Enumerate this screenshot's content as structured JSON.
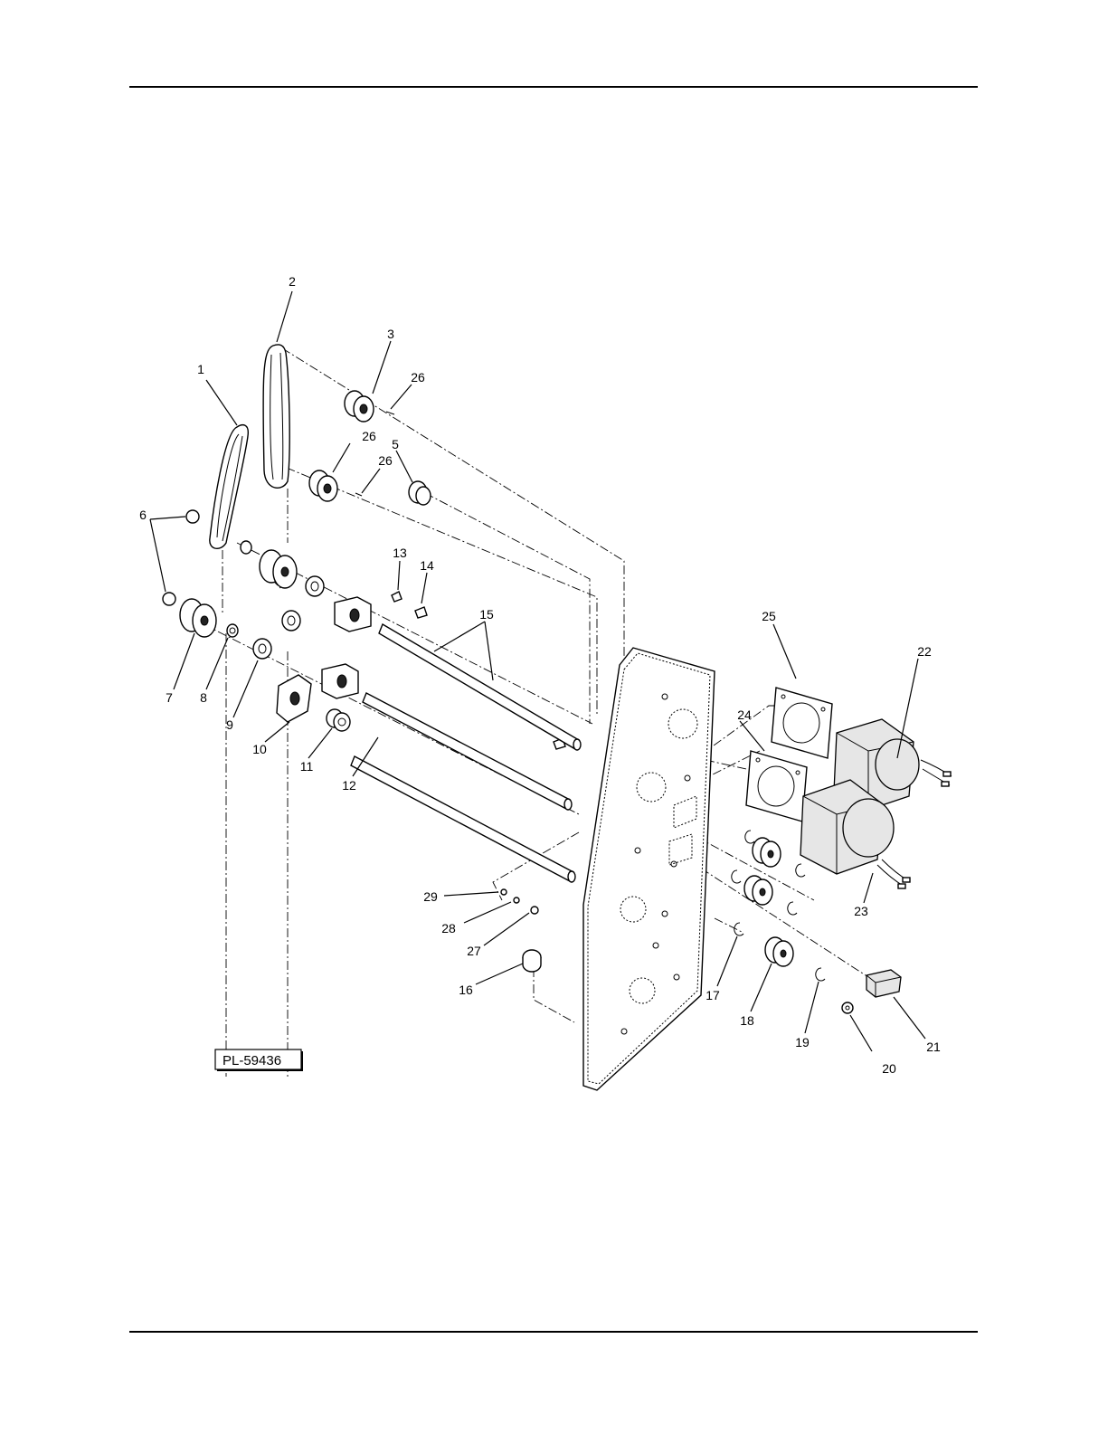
{
  "figure_id": "PL-59436",
  "callouts": [
    "1",
    "2",
    "3",
    "5",
    "6",
    "7",
    "8",
    "9",
    "10",
    "11",
    "12",
    "13",
    "14",
    "15",
    "16",
    "17",
    "18",
    "19",
    "20",
    "21",
    "22",
    "23",
    "24",
    "25",
    "26",
    "26",
    "26",
    "27",
    "28",
    "29"
  ]
}
